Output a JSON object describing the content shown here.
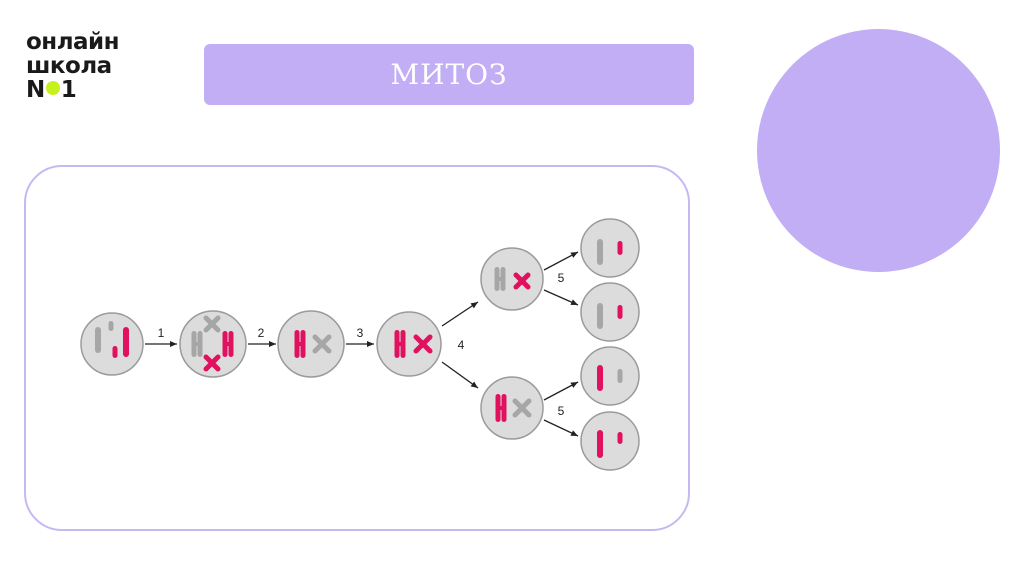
{
  "logo": {
    "line1": "онлайн",
    "line2": "школа",
    "line3_left": "N",
    "line3_right": "1"
  },
  "slide": {
    "title": "МИТОЗ"
  },
  "diagram": {
    "steps": [
      "1",
      "2",
      "3",
      "4",
      "5",
      "5"
    ],
    "colors": {
      "accent": "#c2aef5",
      "frame": "#c8b8f2",
      "cell_fill": "#dcdcdc",
      "cell_stroke": "#9a9a9a",
      "chromosome_pink": "#e0115f",
      "chromosome_grey": "#a6a6a6",
      "logo_dot": "#c6f01e"
    }
  }
}
